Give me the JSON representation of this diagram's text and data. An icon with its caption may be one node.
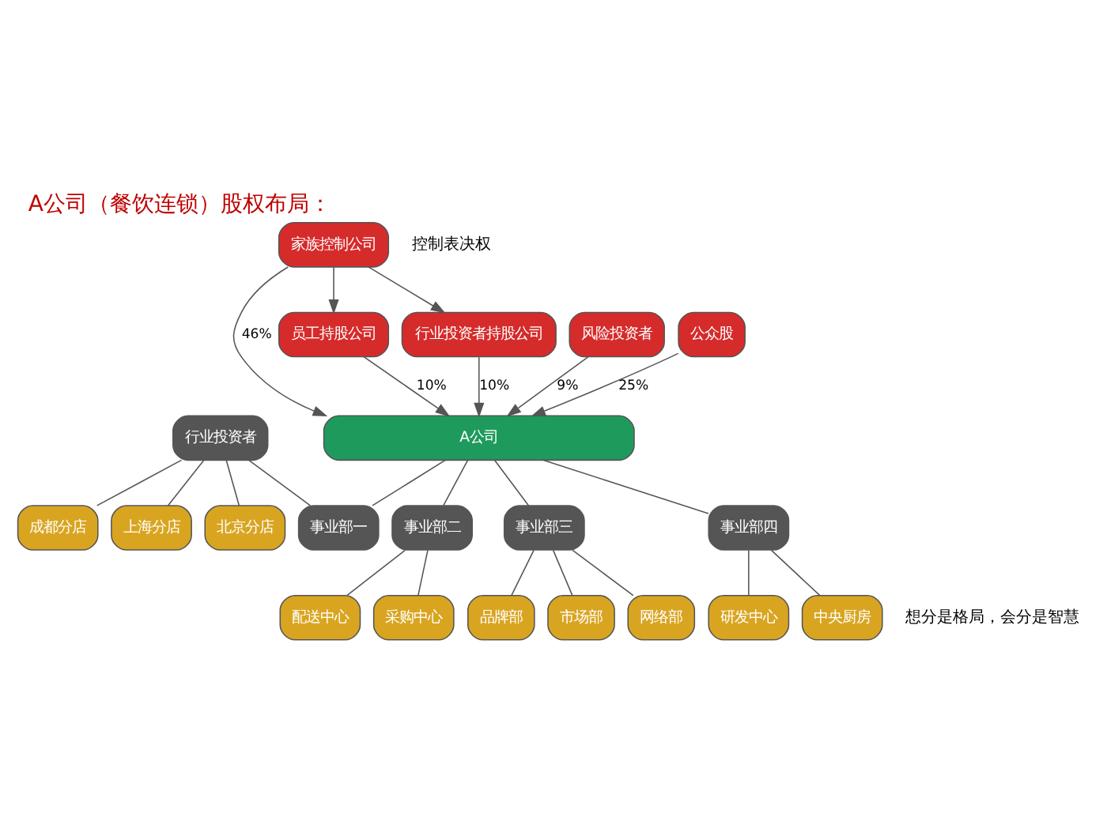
{
  "diagram": {
    "title": "A公司（餐饮连锁）股权布局：",
    "nodes": [
      {
        "text": [
          "家族控制公司"
        ]
      },
      {
        "text": [
          "员工持股公司"
        ]
      },
      {
        "text": [
          "行业投资者持股公司"
        ]
      },
      {
        "text": [
          "风险投资者"
        ]
      },
      {
        "text": [
          "公众股"
        ]
      },
      {
        "text": [
          "A公司"
        ]
      },
      {
        "text": [
          "事业部一"
        ]
      },
      {
        "text": [
          "事业部二"
        ]
      },
      {
        "text": [
          "事业部三"
        ]
      },
      {
        "text": [
          "事业部四"
        ]
      },
      {
        "text": [
          "行业投资者"
        ]
      },
      {
        "text": [
          "上海分店"
        ]
      },
      {
        "text": [
          "北京分店"
        ]
      },
      {
        "text": [
          "成都分店"
        ]
      },
      {
        "text": [
          "采购中心"
        ]
      },
      {
        "text": [
          "配送中心"
        ]
      },
      {
        "text": [
          "品牌部"
        ]
      },
      {
        "text": [
          "市场部"
        ]
      },
      {
        "text": [
          "网络部"
        ]
      },
      {
        "text": [
          "中央厨房"
        ]
      },
      {
        "text": [
          "研发中心"
        ]
      }
    ],
    "edges": [
      {
        "from": 0,
        "to": 1,
        "arrow": "to"
      },
      {
        "from": 0,
        "to": 2,
        "arrow": "to"
      },
      {
        "from": 0,
        "to": 5,
        "arrow": "to",
        "label": "46%"
      },
      {
        "from": 1,
        "to": 5,
        "arrow": "to",
        "label": "10%"
      },
      {
        "from": 2,
        "to": 5,
        "arrow": "to",
        "label": "10%"
      },
      {
        "from": 3,
        "to": 5,
        "arrow": "to",
        "label": "9%"
      },
      {
        "from": 4,
        "to": 5,
        "arrow": "to",
        "label": "25%"
      },
      {
        "from": 5,
        "to": 6,
        "arrow": "none"
      },
      {
        "from": 5,
        "to": 7,
        "arrow": "none"
      },
      {
        "from": 5,
        "to": 8,
        "arrow": "none"
      },
      {
        "from": 5,
        "to": 9,
        "arrow": "none"
      },
      {
        "from": 10,
        "to": 6,
        "arrow": "none"
      },
      {
        "from": 10,
        "to": 11,
        "arrow": "none"
      },
      {
        "from": 10,
        "to": 12,
        "arrow": "none"
      },
      {
        "from": 10,
        "to": 13,
        "arrow": "none"
      },
      {
        "from": 7,
        "to": 14,
        "arrow": "none"
      },
      {
        "from": 7,
        "to": 15,
        "arrow": "none"
      },
      {
        "from": 8,
        "to": 16,
        "arrow": "none"
      },
      {
        "from": 8,
        "to": 17,
        "arrow": "none"
      },
      {
        "from": 8,
        "to": 18,
        "arrow": "none"
      },
      {
        "from": 9,
        "to": 19,
        "arrow": "none"
      },
      {
        "from": 9,
        "to": 20,
        "arrow": "none"
      }
    ],
    "labels": [
      "控制表决权",
      "想分是格局，会分是智慧"
    ]
  }
}
